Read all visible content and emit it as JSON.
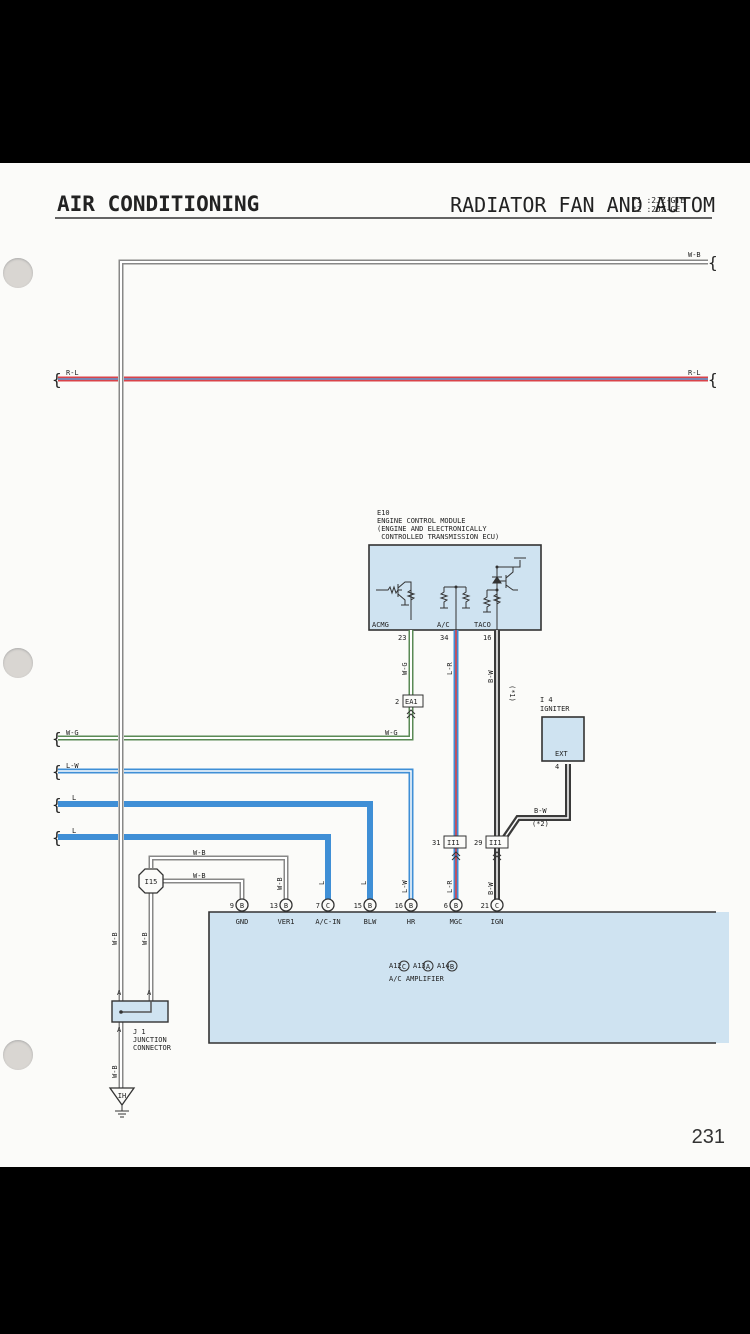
{
  "header": {
    "title": "AIR CONDITIONING",
    "ghost_title": "RADIATOR FAN AND AUTOM",
    "notes": [
      "*1 :2JZ-GTE",
      "*2 :2JZ-GE"
    ]
  },
  "page_number": "231",
  "colors": {
    "paper": "#fbfbf9",
    "component_fill": "#cfe3f1",
    "wire_blue": "#3f8fd6",
    "wire_red": "#d9434a",
    "wire_green": "#5a8a55",
    "wire_gray": "#8a8a8a",
    "wire_black": "#3a3a3a"
  },
  "wires": {
    "top_right_wb": "W-B",
    "rl_left": "R-L",
    "rl_right": "R-L",
    "wg_left": "W-G",
    "lw_left": "L-W",
    "l1_left": "L",
    "l2_left": "L",
    "wg_ecm": "W-G",
    "wg_horizontal": "W-G",
    "lr_ecm": "L-R",
    "bw_ecm": "B-W",
    "bw_ecm_note": "(*1)",
    "bw_igniter": "B-W",
    "bw_igniter_note": "(*2)",
    "wb_i15_top": "W-B",
    "wb_i15_bottom": "W-B",
    "wb_ver1": "W-B",
    "l_acin": "L",
    "l_blw": "L",
    "lw_hr": "L-W",
    "lr_mgc": "L-R",
    "bw_ign": "B-W",
    "wb_vert1": "W-B",
    "wb_vert2": "W-B",
    "wb_ground": "W-B"
  },
  "ecm": {
    "id": "E10",
    "name": "ENGINE CONTROL MODULE",
    "desc1": "(ENGINE AND ELECTRONICALLY",
    "desc2": " CONTROLLED TRANSMISSION ECU)",
    "pins": [
      {
        "label": "ACMG",
        "num": "23"
      },
      {
        "label": "A/C",
        "num": "34"
      },
      {
        "label": "TACO",
        "num": "16"
      }
    ]
  },
  "connectors": {
    "ea1": {
      "pin": "2",
      "name": "EA1"
    },
    "ii1_a": {
      "pin": "31",
      "name": "II1"
    },
    "ii1_b": {
      "pin": "29",
      "name": "II1"
    },
    "i15": "I15"
  },
  "igniter": {
    "id": "I 4",
    "name": "IGNITER",
    "terminal": "EXT",
    "pin": "4"
  },
  "amplifier": {
    "connectors_line": [
      "A12",
      "C",
      "A13",
      "A",
      "A14",
      "B"
    ],
    "name": "A/C AMPLIFIER",
    "pins": [
      {
        "num": "9",
        "conn": "B",
        "label": "GND"
      },
      {
        "num": "13",
        "conn": "B",
        "label": "VER1"
      },
      {
        "num": "7",
        "conn": "C",
        "label": "A/C-IN"
      },
      {
        "num": "15",
        "conn": "B",
        "label": "BLW"
      },
      {
        "num": "16",
        "conn": "B",
        "label": "HR"
      },
      {
        "num": "6",
        "conn": "B",
        "label": "MGC"
      },
      {
        "num": "21",
        "conn": "C",
        "label": "IGN"
      }
    ]
  },
  "junction": {
    "id": "J 1",
    "name1": "JUNCTION",
    "name2": "CONNECTOR",
    "terminals": [
      "A",
      "A",
      "A"
    ]
  },
  "ground": "IH"
}
